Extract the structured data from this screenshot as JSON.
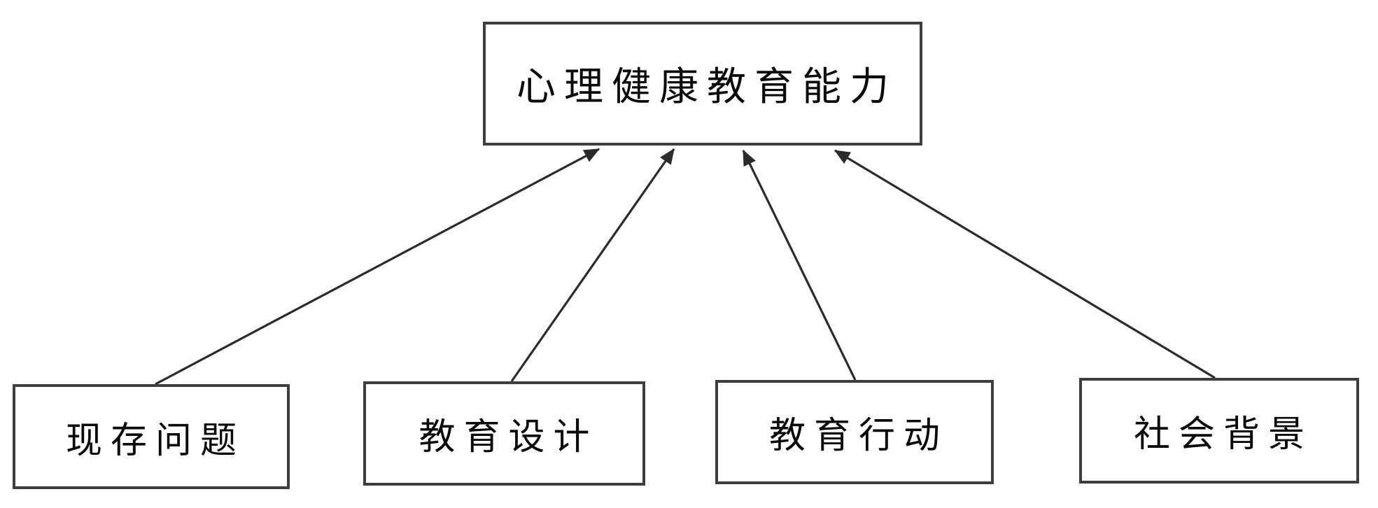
{
  "diagram": {
    "target_node": {
      "id": "mental-health-education-ability",
      "label": "心理健康教育能力"
    },
    "source_nodes": [
      {
        "id": "existing-problems",
        "label": "现存问题"
      },
      {
        "id": "education-design",
        "label": "教育设计"
      },
      {
        "id": "education-action",
        "label": "教育行动"
      },
      {
        "id": "social-background",
        "label": "社会背景"
      }
    ],
    "edges": [
      {
        "from": "现存问题",
        "to": "心理健康教育能力",
        "direction": "up"
      },
      {
        "from": "教育设计",
        "to": "心理健康教育能力",
        "direction": "up"
      },
      {
        "from": "教育行动",
        "to": "心理健康教育能力",
        "direction": "up"
      },
      {
        "from": "社会背景",
        "to": "心理健康教育能力",
        "direction": "up"
      }
    ],
    "colors": {
      "background": "#ffffff",
      "box_border": "#3e3e3e",
      "arrow": "#2b2b2b",
      "text": "#0a0a0a"
    }
  }
}
